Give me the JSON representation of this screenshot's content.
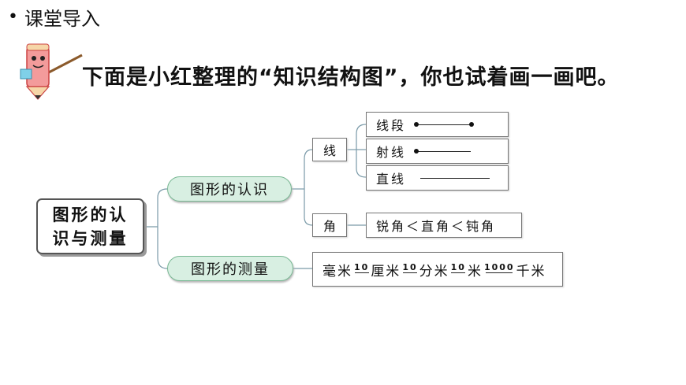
{
  "header": {
    "bullet": "•",
    "title": "课堂导入"
  },
  "subtitle": "下面是小红整理的“知识结构图”，你也试着画一画吧。",
  "root": {
    "label": "图形的认识与测量"
  },
  "branches": {
    "recognize": "图形的认识",
    "measure": "图形的测量"
  },
  "recognize_children": {
    "line": "线",
    "angle": "角"
  },
  "line_types": [
    {
      "label": "线段"
    },
    {
      "label": "射线"
    },
    {
      "label": "直线"
    }
  ],
  "angle_relation": "锐角＜直角＜钝角",
  "units": {
    "u1": "毫米",
    "r1": "10",
    "u2": "厘米",
    "r2": "10",
    "u3": "分米",
    "r3": "10",
    "u4": "米",
    "r4": "1000",
    "u5": "千米"
  },
  "colors": {
    "pill_bg": "#d8efe2",
    "pill_border": "#79b894",
    "connector": "#7a9aa8"
  },
  "icons": {
    "mascot": "pencil-teacher-icon"
  }
}
